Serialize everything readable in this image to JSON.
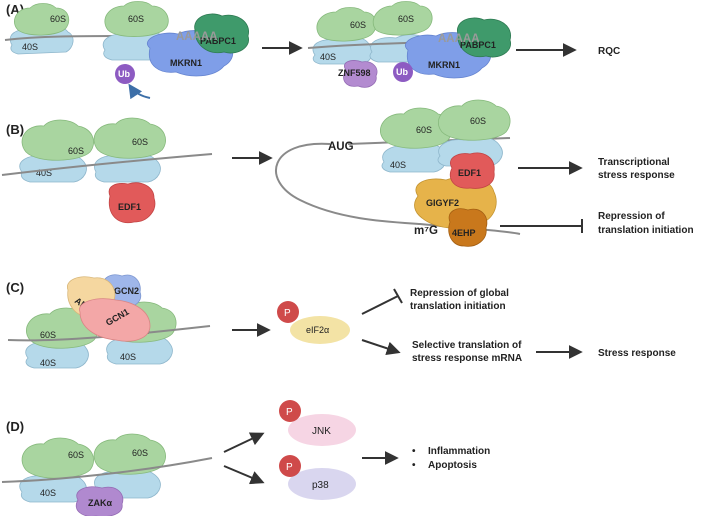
{
  "panels": {
    "a": {
      "label": "(A)",
      "ribosome_large": "60S",
      "ribosome_small": "40S",
      "poly_a": "AAAAA",
      "pabpc1": "PABPC1",
      "mkrn1": "MKRN1",
      "ub": "Ub",
      "znf598": "ZNF598",
      "outcome": "RQC"
    },
    "b": {
      "label": "(B)",
      "ribosome_large": "60S",
      "ribosome_small": "40S",
      "edf1": "EDF1",
      "aug": "AUG",
      "gigyf2": "GIGYF2",
      "cap": "m⁷G",
      "ehp": "4EHP",
      "outcome1_line1": "Transcriptional",
      "outcome1_line2": "stress response",
      "outcome2_line1": "Repression of",
      "outcome2_line2": "translation initiation"
    },
    "c": {
      "label": "(C)",
      "ribosome_large": "60S",
      "ribosome_small": "40S",
      "abcf3": "ABCF3",
      "gcn2": "GCN2",
      "gcn1": "GCN1",
      "phospho": "P",
      "eif2a": "eIF2α",
      "outcome1_line1": "Repression of global",
      "outcome1_line2": "translation initiation",
      "outcome2_line1": "Selective translation of",
      "outcome2_line2": "stress response mRNA",
      "outcome3": "Stress response"
    },
    "d": {
      "label": "(D)",
      "ribosome_large": "60S",
      "ribosome_small": "40S",
      "zak": "ZAKα",
      "phospho": "P",
      "jnk": "JNK",
      "p38": "p38",
      "bullet": "•",
      "outcome1": "Inflammation",
      "outcome2": "Apoptosis"
    }
  },
  "colors": {
    "large_subunit": "#a9d5a0",
    "small_subunit": "#b5d9ea",
    "mrna": "#8a8a8a",
    "pabpc1": "#3f9a6b",
    "mkrn1": "#7f9ee8",
    "ub": "#8d5bc2",
    "znf598": "#b38bd0",
    "edf1": "#e15a5a",
    "gigyf2": "#e6b34a",
    "ehp": "#c9781c",
    "abcf3": "#f5d7a0",
    "gcn2": "#9fb6ea",
    "gcn1": "#f3a7a7",
    "phospho": "#cf4a4a",
    "eif2a": "#f3e3a5",
    "jnk": "#f6d5e4",
    "p38": "#d9d6ef",
    "zak": "#b089cf",
    "arrow": "#333333"
  }
}
